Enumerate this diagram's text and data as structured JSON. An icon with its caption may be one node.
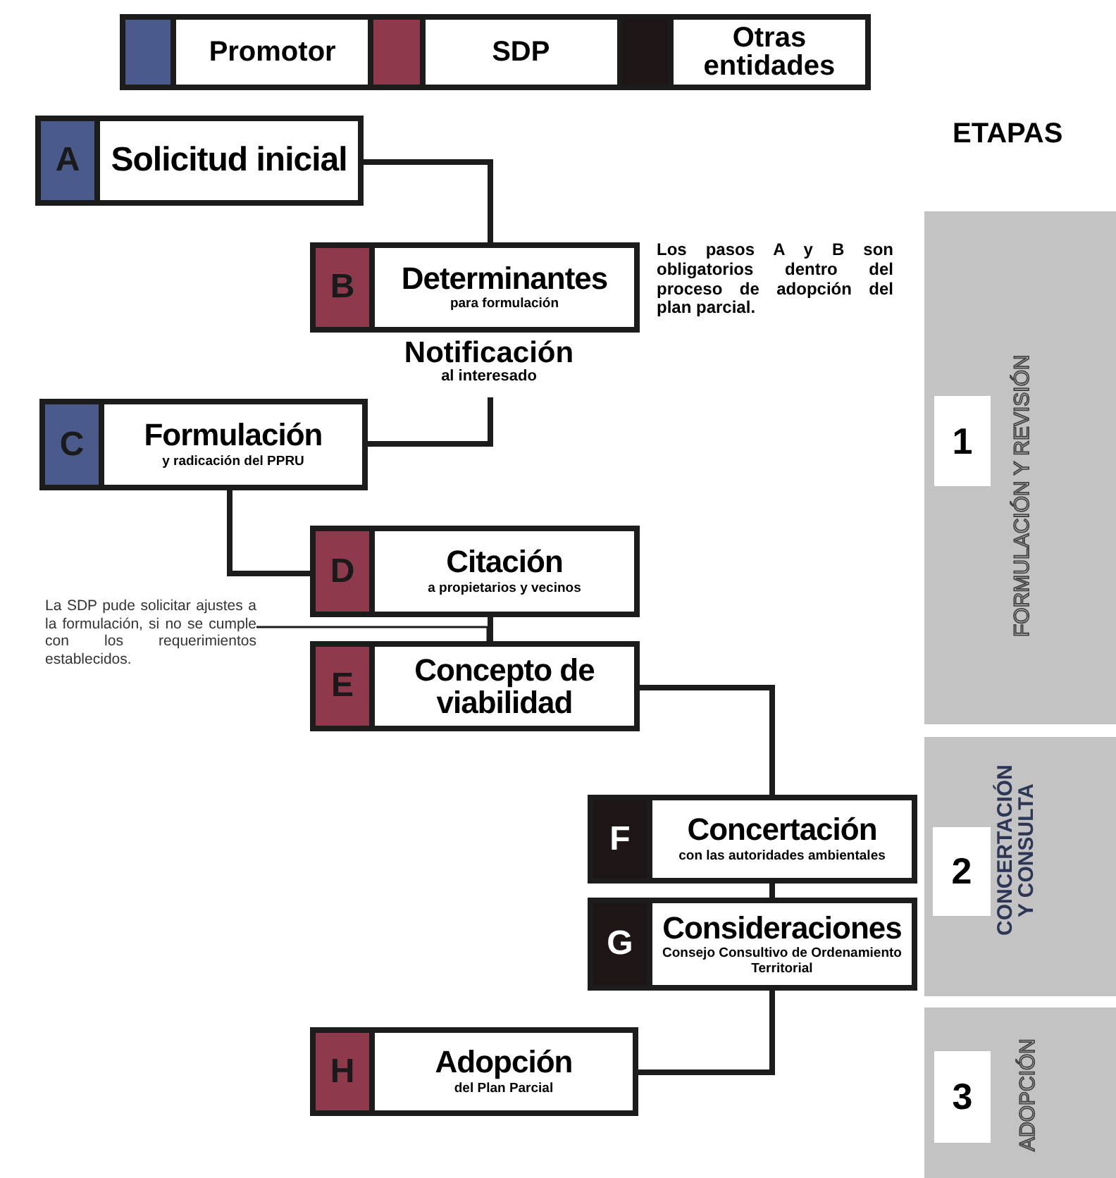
{
  "diagram": {
    "nodes": [
      {
        "text": [
          "A",
          "Solicitud inicial"
        ]
      },
      {
        "text": [
          "B",
          "Determinantes",
          "para formulación"
        ]
      },
      {
        "text": [
          "Notificación",
          "al interesado"
        ]
      },
      {
        "text": [
          "C",
          "Formulación",
          "y radicación del PPRU"
        ]
      },
      {
        "text": [
          "D",
          "Citación",
          "a propietarios y vecinos"
        ]
      },
      {
        "text": [
          "La SDP pude solicitar ajustes a la formulación, si no se cumple con los requerimientos establecidos."
        ]
      },
      {
        "text": [
          "E",
          "Concepto de viabilidad"
        ]
      },
      {
        "text": [
          "F",
          "Concertación",
          "con las autoridades ambientales"
        ]
      },
      {
        "text": [
          "G",
          "Consideraciones",
          "Consejo Consultivo de Ordenamiento Territorial"
        ]
      },
      {
        "text": [
          "H",
          "Adopción",
          "del Plan Parcial"
        ]
      },
      {
        "text": [
          "1",
          "FORMULACIÓN Y REVISIÓN"
        ]
      },
      {
        "text": [
          "2",
          "CONCERTACIÓN Y CONSULTA"
        ]
      },
      {
        "text": [
          "3",
          "ADOPCIÓN"
        ]
      }
    ],
    "edges": [
      {
        "from": 0,
        "to": 1,
        "arrow": "none"
      },
      {
        "from": 2,
        "to": 3,
        "arrow": "none"
      },
      {
        "from": 3,
        "to": 4,
        "arrow": "none"
      },
      {
        "from": 4,
        "to": 6,
        "arrow": "none"
      },
      {
        "from": 5,
        "to": 6,
        "arrow": "none"
      },
      {
        "from": 6,
        "to": 7,
        "arrow": "none"
      },
      {
        "from": 7,
        "to": 8,
        "arrow": "none"
      },
      {
        "from": 8,
        "to": 9,
        "arrow": "none"
      }
    ],
    "labels": [
      "ETAPAS",
      "Los pasos A y B son obligatorios dentro del proceso de adopción del plan parcial."
    ],
    "legend": [
      {
        "text": "Promotor",
        "color": "#4a5a8a"
      },
      {
        "text": "SDP",
        "color": "#8e3a4c"
      },
      {
        "text": "Otras entidades",
        "color": "#1e1616"
      }
    ]
  }
}
